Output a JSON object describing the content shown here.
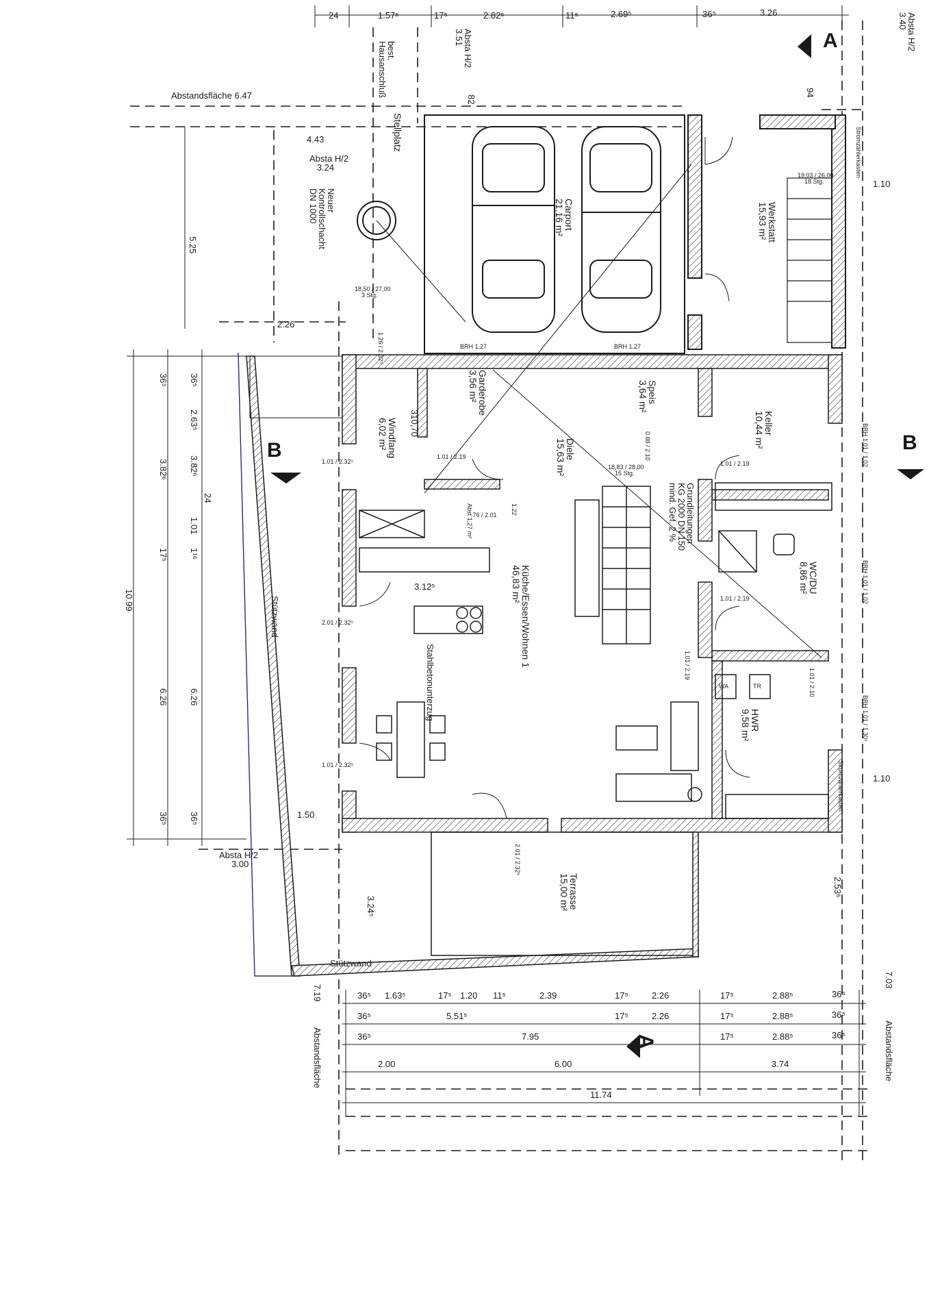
{
  "colors": {
    "ink": "#1a1a1a",
    "hatch": "#444444",
    "blue_line": "#2a2a7a"
  },
  "rooms": {
    "carport": "Carport",
    "carport_area": "21,16 m²",
    "werkstatt": "Werkstatt",
    "werkstatt_area": "15,93 m²",
    "garderobe": "Garderobe",
    "garderobe_area": "3,56 m²",
    "speis": "Speis",
    "speis_area": "3,64 m²",
    "keller": "Keller",
    "keller_area": "10,44 m²",
    "windfang": "Windfang",
    "windfang_area": "6,02 m²",
    "diele": "Diele",
    "diele_area": "15,63 m²",
    "abst": "Abst",
    "abst_area": "1,27 m²",
    "kueche": "Küche/Essen/Wohnen 1",
    "kueche_area": "46,83 m²",
    "wc": "WC/DU",
    "wc_area": "8,86 m²",
    "hwr": "HWR",
    "hwr_area": "9,58 m²",
    "terrasse": "Terrasse",
    "terrasse_area": "15,00 m²",
    "stellplatz": "Stellplatz"
  },
  "annotations": {
    "bestand": "best.",
    "hausanschluss": "Hausanschluß",
    "neuer": "Neuer",
    "kontrollschacht": "Kontrollschacht",
    "dn1000": "DN 1000",
    "grundleitungen": "Grundleitungen",
    "kg2000": "KG 2000 DN 150",
    "gefaelle": "mind. Gef. 2 %",
    "stuetzwand": "Stützwand",
    "stahlbeton": "Stahlbetonunterzug",
    "abstandsflaeche": "Abstandsfläche",
    "absta_h2": "Absta H/2",
    "section_a": "A",
    "section_b": "B",
    "stairs_outside": "18,50 / 27,00",
    "stairs_outside_n": "3 Stg.",
    "stairs_main": "18,83 / 28,00",
    "stairs_main_n": "15 Stg.",
    "stairs_werk": "19,03 / 26,00",
    "stairs_werk_n": "18 Stg.",
    "level": "310,70",
    "brh_127a": "BRH 1.27",
    "brh_127b": "BRH 1.27",
    "stromz": "Stromzählerkasten",
    "wa": "WA",
    "tr": "TR"
  },
  "dimensions": {
    "top": [
      "24",
      "1.57⁵",
      "17⁵",
      "2.82⁵",
      "11⁵",
      "2.69⁵",
      "36⁵",
      "3.26"
    ],
    "absta_351": "3.51",
    "absta_340": "3.40",
    "d94": "94",
    "d82": "82",
    "d647": "6.47",
    "d443": "4.43",
    "d324": "3.24",
    "d525": "5.25",
    "d226": "2.26",
    "left_inner": [
      "36⁵",
      "2.63⁵",
      "3.82⁶",
      "1.01",
      "1¹⁶",
      "6.26",
      "36⁵"
    ],
    "left_outer": [
      "36⁵",
      "3.82⁶",
      "24",
      "17⁵",
      "6.26",
      "36⁵"
    ],
    "d1099": "10.99",
    "d150": "1.50",
    "d300": "3.00",
    "d3245": "3.24⁵",
    "d2536": "2.53⁶",
    "d110a": "1.10",
    "d110b": "1.10",
    "d3125": "3.12⁵",
    "d719": "7.19",
    "d703": "7.03",
    "row1": [
      "36⁵",
      "1.63⁵",
      "17⁵",
      "1.20",
      "11⁵",
      "2.39",
      "17⁵",
      "2.26",
      "17⁵",
      "2.88⁵",
      "36⁵"
    ],
    "row2": [
      "36⁵",
      "5.51⁵",
      "17⁵",
      "2.26",
      "17⁵",
      "2.88⁵",
      "36⁵"
    ],
    "row3": [
      "36⁵",
      "7.95",
      "17⁵",
      "2.88⁵",
      "36⁵"
    ],
    "row4": [
      "2.00",
      "6.00",
      "3.74"
    ],
    "total": "11.74",
    "door_101_219a": "1.01 / 2.19",
    "door_101_219b": "1.01 / 2.19",
    "door_101_232a": "1.01 / 2.32⁵",
    "door_201_232": "2.01 / 2.32⁵",
    "door_101_232b": "1.01 / 2.32⁵",
    "door_201_232b": "2.01 / 2.32⁵",
    "door_088": "0.88 / 2.10",
    "door_076": ".76 / 2.01",
    "door_101_219c": "1.01 / 2.19",
    "door_101_219d": "1.01 / 2.19",
    "door_126": "1.26 / 2.32⁵",
    "door_101_210": "1.01 / 2.10",
    "brh_101a": "BRH 1.01 / 1.02",
    "brh_101b": "BRH 1.01 / 1.02",
    "brh_101c": "BRH 1.01 / 1.30⁵",
    "d122": "1.22"
  }
}
